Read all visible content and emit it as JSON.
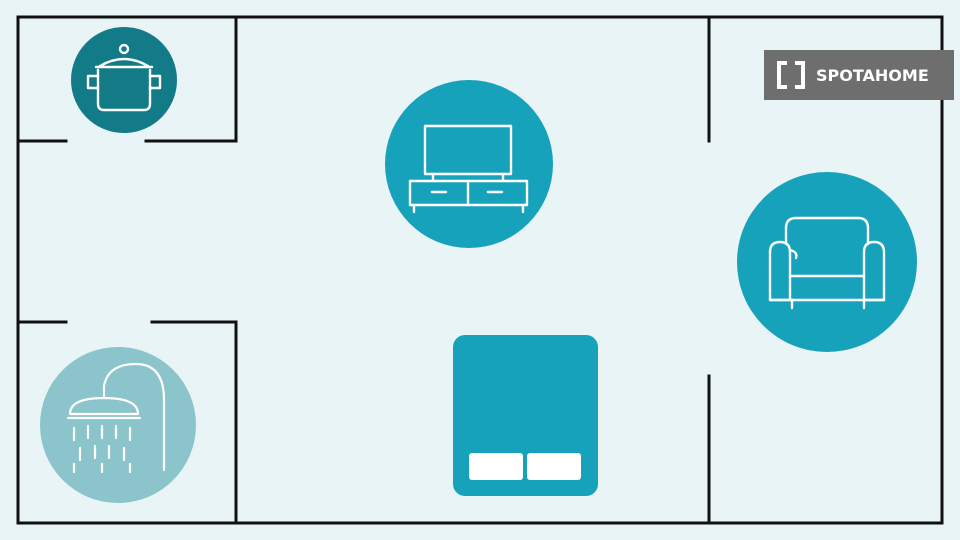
{
  "brand": {
    "name": "SPOTAHOME",
    "background": "#6e6e6e",
    "text_color": "#ffffff"
  },
  "colors": {
    "background": "#e9f4f6",
    "walls": "#111111",
    "kitchen_circle": "#137a87",
    "living_circle": "#17a2bb",
    "sofa_circle": "#17a2bb",
    "bathroom_circle": "#8cc4cc",
    "bed": "#17a2bb",
    "pillow": "#ffffff"
  },
  "rooms": [
    {
      "id": "kitchen",
      "icon": "cooking-pot-icon"
    },
    {
      "id": "living-room",
      "icon": "tv-stand-icon"
    },
    {
      "id": "lounge",
      "icon": "armchair-icon"
    },
    {
      "id": "bathroom",
      "icon": "shower-icon"
    },
    {
      "id": "bedroom",
      "icon": "bed-icon"
    }
  ]
}
